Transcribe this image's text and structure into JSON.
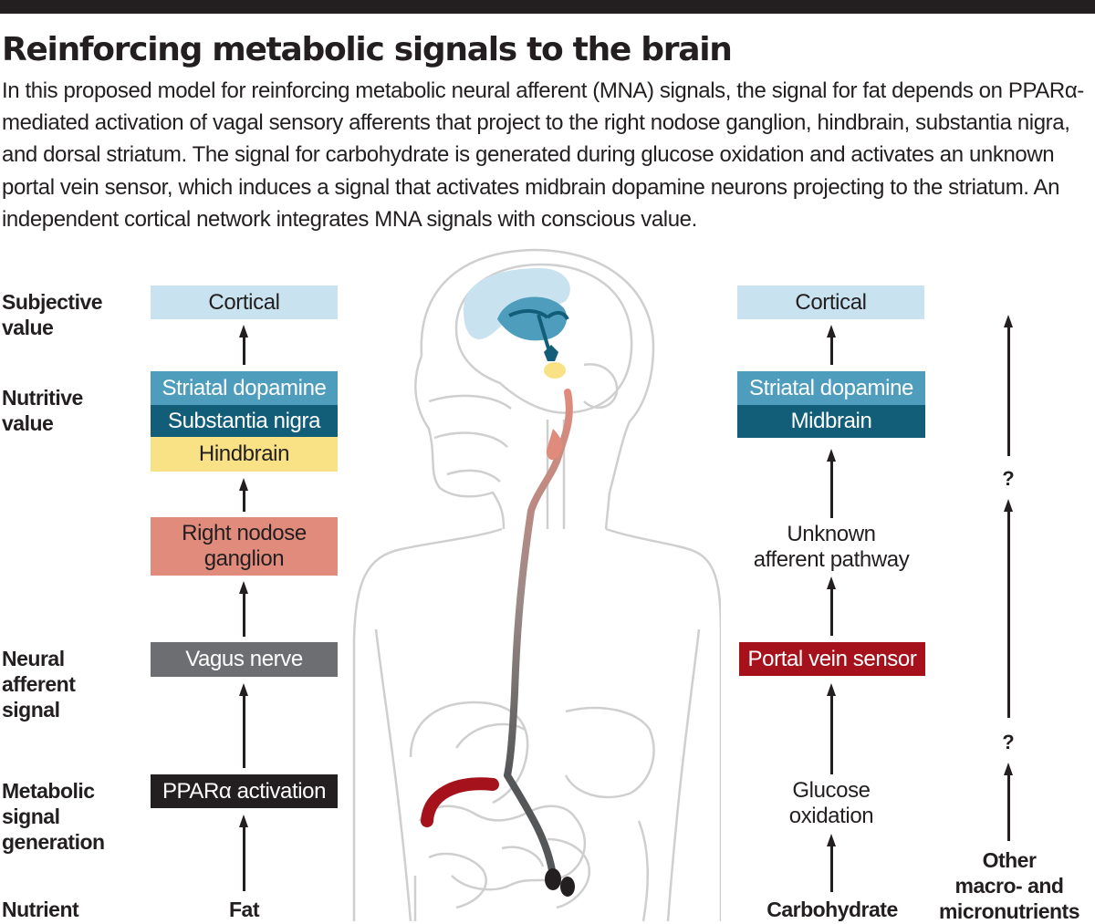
{
  "title": "Reinforcing metabolic signals to the brain",
  "description": "In this proposed model for reinforcing metabolic neural afferent (MNA) signals, the signal for fat depends on PPARα-mediated activation of vagal sensory afferents that project to the right nodose ganglion, hindbrain, substantia nigra, and dorsal striatum. The signal for carbohydrate is generated during glucose oxidation and activates an unknown portal vein sensor, which induces a signal that activates midbrain dopamine neurons projecting to the striatum. An independent cortical network integrates MNA signals with conscious value.",
  "row_labels": {
    "subjective": "Subjective\nvalue",
    "nutritive": "Nutritive\nvalue",
    "neural": "Neural\nafferent\nsignal",
    "metabolic": "Metabolic\nsignal\ngeneration",
    "nutrient": "Nutrient"
  },
  "fat_pathway": {
    "cortical": "Cortical",
    "striatal": "Striatal dopamine",
    "substantia": "Substantia nigra",
    "hindbrain": "Hindbrain",
    "nodose": "Right nodose\nganglion",
    "vagus": "Vagus nerve",
    "ppar": "PPARα activation",
    "nutrient": "Fat"
  },
  "carb_pathway": {
    "cortical": "Cortical",
    "striatal": "Striatal dopamine",
    "midbrain": "Midbrain",
    "unknown": "Unknown\nafferent pathway",
    "portal": "Portal vein sensor",
    "glucose": "Glucose\noxidation",
    "nutrient": "Carbohydrate"
  },
  "other_pathway": {
    "question_upper": "?",
    "question_lower": "?",
    "nutrient": "Other\nmacro- and\nmicronutrients"
  },
  "colors": {
    "cortical": "#c9e2f0",
    "striatal": "#4f9dbd",
    "substantia": "#125e79",
    "hindbrain": "#f9e286",
    "nodose": "#e08b7c",
    "vagus": "#6d6e71",
    "ppar": "#231f20",
    "portal": "#a6121c",
    "text_dark": "#231f20",
    "text_light": "#ffffff"
  }
}
